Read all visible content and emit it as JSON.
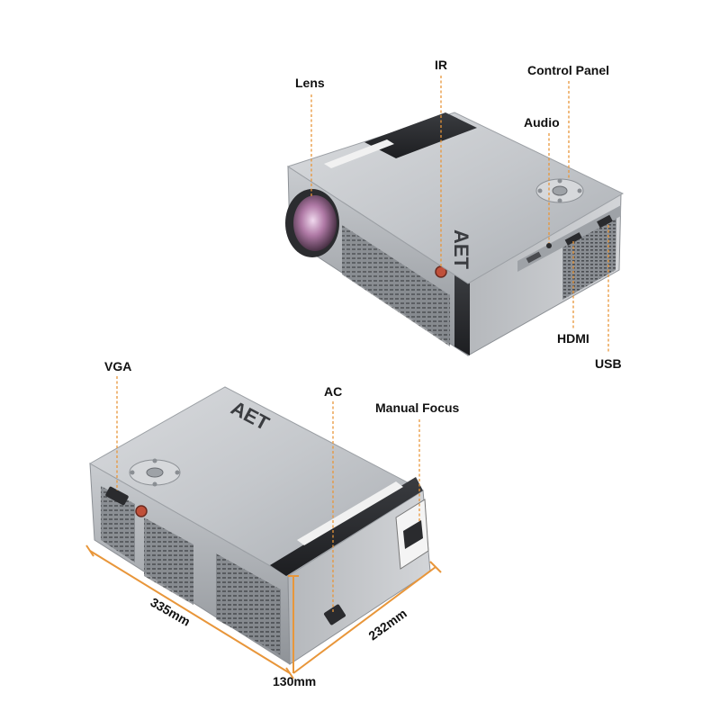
{
  "top_view": {
    "labels": {
      "lens": "Lens",
      "ir": "IR",
      "control_panel": "Control Panel",
      "audio": "Audio",
      "hdmi": "HDMI",
      "usb": "USB"
    },
    "brand": "AET"
  },
  "bottom_view": {
    "labels": {
      "vga": "VGA",
      "ac": "AC",
      "manual_focus": "Manual Focus"
    },
    "brand": "AET"
  },
  "dimensions": {
    "length": "335mm",
    "width": "232mm",
    "height": "130mm"
  },
  "colors": {
    "accent_lines": "#e8963a",
    "body_silver": "#b9bcc0",
    "lens_tint": "#b07aa6"
  }
}
